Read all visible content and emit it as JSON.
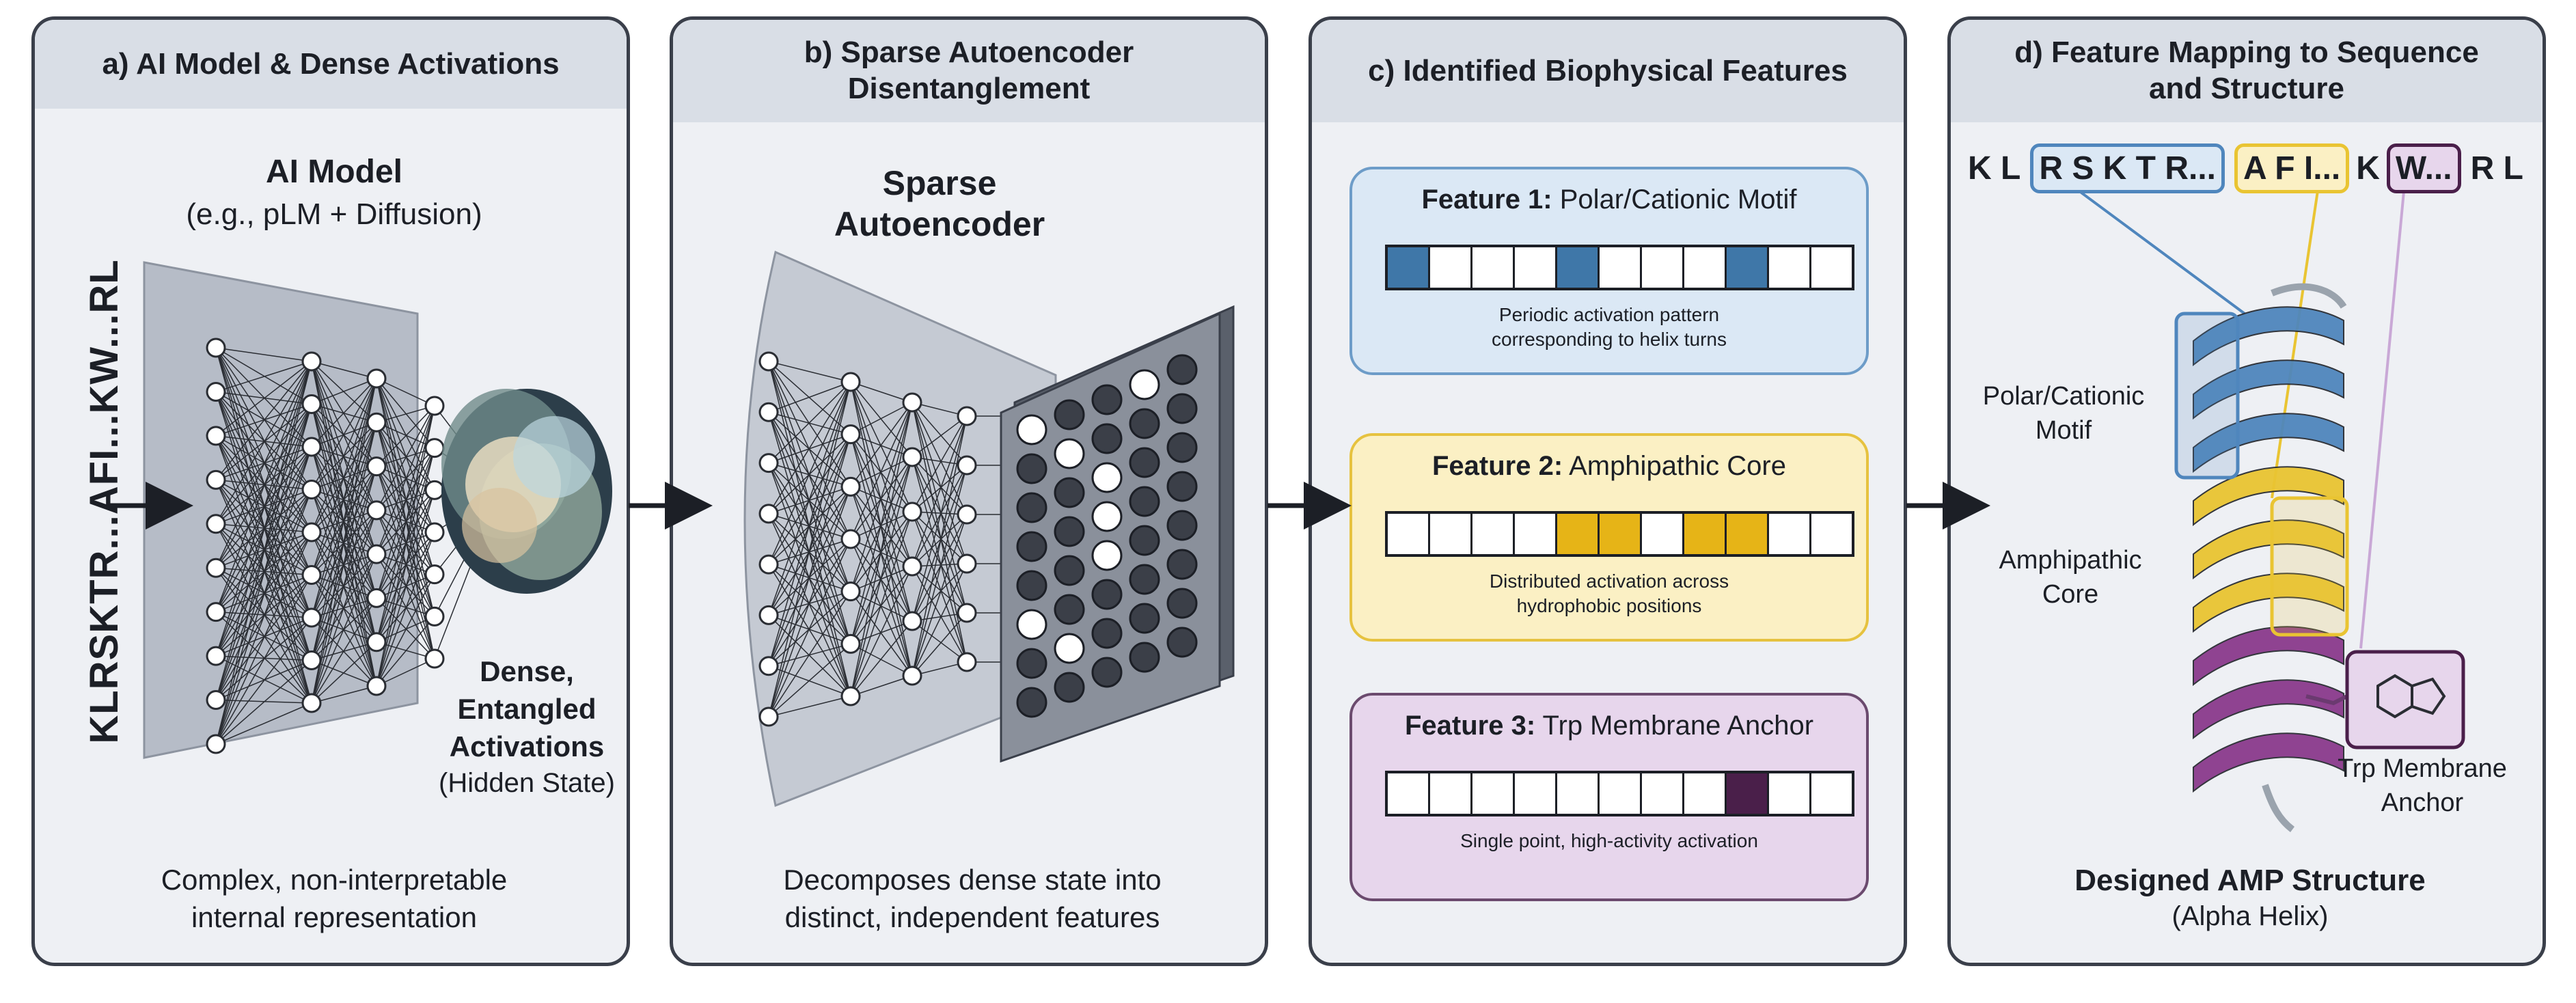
{
  "panels": {
    "a": {
      "title": "a) AI Model & Dense Activations",
      "model_title": "AI Model",
      "model_subtitle": "(e.g., pLM + Diffusion)",
      "sequence": "KLRSKTR...AFI...KW...RL",
      "dense_line1": "Dense,",
      "dense_line2": "Entangled",
      "dense_line3": "Activations",
      "dense_line4": "(Hidden State)",
      "caption_line1": "Complex, non-interpretable",
      "caption_line2": "internal representation"
    },
    "b": {
      "title_line1": "b) Sparse Autoencoder",
      "title_line2": "Disentanglement",
      "model_line1": "Sparse",
      "model_line2": "Autoencoder",
      "caption_line1": "Decomposes dense state into",
      "caption_line2": "distinct, independent features"
    },
    "c": {
      "title": "c) Identified Biophysical Features",
      "features": [
        {
          "label": "Feature 1:",
          "name": "Polar/Cationic Motif",
          "desc_line1": "Periodic activation pattern",
          "desc_line2": "corresponding to helix turns",
          "active_cells": [
            0,
            4,
            8
          ],
          "color": "#3f77a8",
          "bg": "#dbe8f5",
          "border": "#6d9cc8"
        },
        {
          "label": "Feature 2:",
          "name": "Amphipathic Core",
          "desc_line1": "Distributed activation across",
          "desc_line2": "hydrophobic positions",
          "active_cells": [
            4,
            5,
            7,
            8
          ],
          "color": "#e6b417",
          "bg": "#fbf0c4",
          "border": "#e6c23f"
        },
        {
          "label": "Feature 3:",
          "name": "Trp Membrane Anchor",
          "desc_line1": "Single point, high-activity activation",
          "desc_line2": "",
          "active_cells": [
            8
          ],
          "color": "#4a1f4a",
          "bg": "#e7d6ec",
          "border": "#6b4a6e"
        }
      ]
    },
    "d": {
      "title_line1": "d) Feature Mapping to Sequence",
      "title_line2": "and Structure",
      "seq_kl": "K L",
      "seq_box1": "R S K T R...",
      "seq_box2": "A F I...",
      "seq_k": "K",
      "seq_box3": "W...",
      "seq_rl": "R L",
      "label_polar_1": "Polar/Cationic",
      "label_polar_2": "Motif",
      "label_amph_1": "Amphipathic",
      "label_amph_2": "Core",
      "label_trp_1": "Trp Membrane",
      "label_trp_2": "Anchor",
      "structure_title": "Designed AMP Structure",
      "structure_subtitle": "(Alpha Helix)"
    }
  },
  "colors": {
    "blue": "#4f86bd",
    "yellow": "#e9c432",
    "purple": "#8a3a8c",
    "panel_bg": "#eef0f4",
    "header_bg": "#d9dee6"
  }
}
